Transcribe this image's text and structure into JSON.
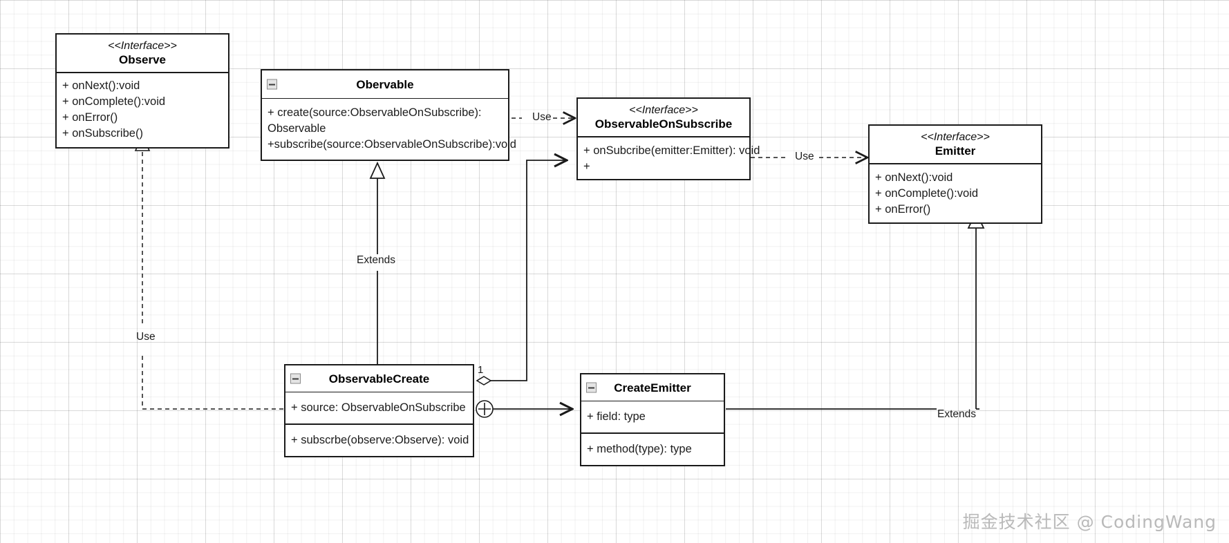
{
  "diagram": {
    "title": "RxJava Observable UML class diagram",
    "watermark": "掘金技术社区 @ CodingWang",
    "stereotype_interface": "<<Interface>>",
    "colors": {
      "stroke": "#1a1a1a",
      "background": "#ffffff",
      "grid_minor": "#f0f0f0",
      "grid_major": "#e3e3e3",
      "text": "#1c1c1c",
      "watermark": "#b9b9b9"
    }
  },
  "classes": {
    "observe": {
      "stereotype": "<<Interface>>",
      "name": "Observe",
      "members": [
        "+ onNext():void",
        "+ onComplete():void",
        "+ onError()",
        "+ onSubscribe()"
      ]
    },
    "obervable": {
      "name": "Obervable",
      "collapse_icon": "collapse-minus-icon",
      "members": [
        "+ create(source:ObservableOnSubscribe): Observable",
        "+subscribe(source:ObservableOnSubscribe):void"
      ]
    },
    "observable_on_subscribe": {
      "stereotype": "<<Interface>>",
      "name": "ObservableOnSubscribe",
      "members": [
        "+ onSubcribe(emitter:Emitter): void",
        "+"
      ]
    },
    "emitter": {
      "stereotype": "<<Interface>>",
      "name": "Emitter",
      "members": [
        "+ onNext():void",
        "+ onComplete():void",
        "+ onError()"
      ]
    },
    "observable_create": {
      "name": "ObservableCreate",
      "collapse_icon": "collapse-minus-icon",
      "attributes": [
        "+ source: ObservableOnSubscribe"
      ],
      "methods": [
        "+ subscrbe(observe:Observe): void"
      ]
    },
    "create_emitter": {
      "name": "CreateEmitter",
      "collapse_icon": "collapse-minus-icon",
      "attributes": [
        "+ field: type"
      ],
      "methods": [
        "+ method(type): type"
      ]
    }
  },
  "edges": {
    "obervable_uses_oos": {
      "label": "Use",
      "type": "dependency"
    },
    "oos_uses_emitter": {
      "label": "Use",
      "type": "dependency"
    },
    "observable_create_extends_obervable": {
      "label": "Extends",
      "type": "generalization"
    },
    "create_emitter_extends_emitter": {
      "label": "Extends",
      "type": "generalization"
    },
    "observable_create_uses_observe": {
      "label": "Use",
      "type": "dependency"
    },
    "observable_create_aggregates_oos": {
      "label": "1",
      "type": "aggregation"
    },
    "observable_create_composes_create_emitter": {
      "label": "",
      "type": "composition"
    }
  }
}
